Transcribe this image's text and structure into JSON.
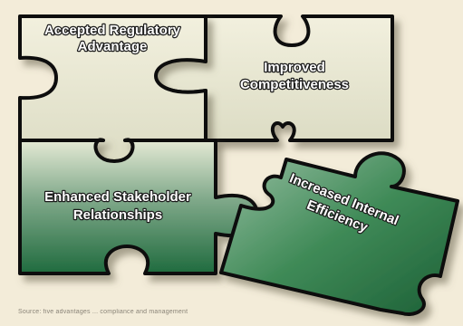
{
  "pieces": {
    "top_left": [
      "Accepted Regulatory",
      "Advantage"
    ],
    "top_right": [
      "Improved",
      "Competitiveness"
    ],
    "bottom_left": [
      "Enhanced Stakeholder",
      "Relationships"
    ],
    "rotated": [
      "Increased Internal",
      "Efficiency"
    ]
  },
  "caption": "Source: five advantages ... compliance and management",
  "colors": {
    "background": "#f3ecd9",
    "light_piece": "#e8e6d1",
    "green_dark": "#1f6b3e",
    "outline": "#111111"
  }
}
